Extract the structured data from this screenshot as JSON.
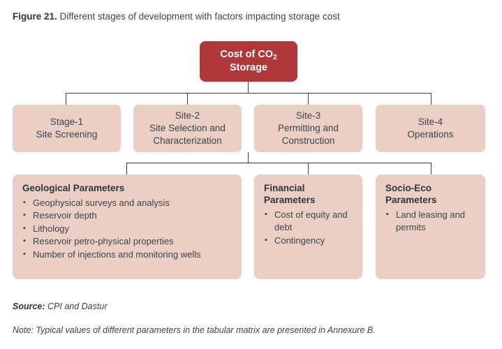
{
  "figure": {
    "caption_label": "Figure 21.",
    "caption_text": " Different stages of development with factors impacting storage cost"
  },
  "colors": {
    "root_box": "#B0383A",
    "stage_box": "#EBCFC4",
    "connector": "#3A3A3A",
    "text": "#3D434B",
    "page_background": "#FFFFFF"
  },
  "diagram": {
    "root": {
      "line1": "Cost of CO",
      "subscript": "2",
      "line2": "Storage"
    },
    "stages": [
      {
        "line1": "Stage-1",
        "line2": "Site Screening",
        "line3": ""
      },
      {
        "line1": "Site-2",
        "line2": "Site Selection and",
        "line3": "Characterization"
      },
      {
        "line1": "Site-3",
        "line2": "Permitting and",
        "line3": "Construction"
      },
      {
        "line1": "Site-4",
        "line2": "Operations",
        "line3": ""
      }
    ],
    "parameters": [
      {
        "title": "Geological Parameters",
        "items": [
          "Geophysical surveys and analysis",
          "Reservoir depth",
          "Lithology",
          "Reservoir petro-physical properties",
          "Number of injections and monitoring wells"
        ]
      },
      {
        "title": "Financial\nParameters",
        "items": [
          "Cost of equity and debt",
          "Contingency"
        ]
      },
      {
        "title": "Socio-Eco\nParameters",
        "items": [
          "Land leasing and permits"
        ]
      }
    ]
  },
  "footer": {
    "source_label": "Source:",
    "source_text": " CPI and Dastur",
    "note_text": "Note: Typical values of different parameters in the tabular matrix are presented in Annexure B."
  }
}
